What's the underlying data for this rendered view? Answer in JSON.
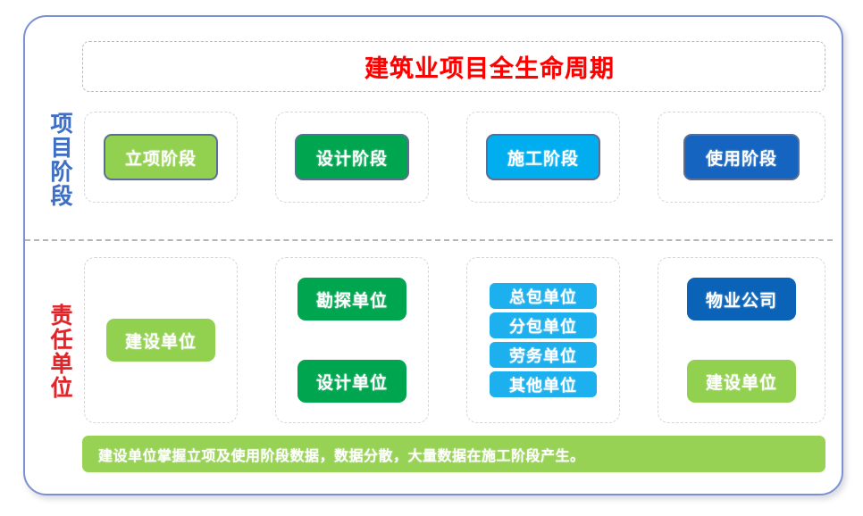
{
  "card": {
    "border_color": "#7b91d1",
    "background": "#ffffff"
  },
  "title": {
    "text": "建筑业项目全生命周期",
    "color": "#ff0000"
  },
  "sections": {
    "stage": {
      "label_chars": [
        "项",
        "目",
        "阶",
        "段"
      ],
      "label_color": "#3f6fc4"
    },
    "unit": {
      "label_chars": [
        "责",
        "任",
        "单",
        "位"
      ],
      "label_color": "#e0252a"
    }
  },
  "stages": [
    {
      "label": "立项阶段",
      "color": "#92d14f",
      "border": "#5c6e93"
    },
    {
      "label": "设计阶段",
      "color": "#00a550",
      "border": "#5c6e93"
    },
    {
      "label": "施工阶段",
      "color": "#00aeef",
      "border": "#5c6e93"
    },
    {
      "label": "使用阶段",
      "color": "#1565c0",
      "border": "#5c6e93"
    }
  ],
  "units": [
    {
      "column": 1,
      "items": [
        {
          "label": "建设单位",
          "color": "#92d14f",
          "size": "large"
        }
      ]
    },
    {
      "column": 2,
      "items": [
        {
          "label": "勘探单位",
          "color": "#00a550",
          "size": "large"
        },
        {
          "label": "设计单位",
          "color": "#00a550",
          "size": "large"
        }
      ]
    },
    {
      "column": 3,
      "items": [
        {
          "label": "总包单位",
          "color": "#1cb0ee",
          "size": "compact"
        },
        {
          "label": "分包单位",
          "color": "#1cb0ee",
          "size": "compact"
        },
        {
          "label": "劳务单位",
          "color": "#1cb0ee",
          "size": "compact"
        },
        {
          "label": "其他单位",
          "color": "#1cb0ee",
          "size": "compact"
        }
      ]
    },
    {
      "column": 4,
      "items": [
        {
          "label": "物业公司",
          "color": "#0b63b8",
          "size": "large"
        },
        {
          "label": "建设单位",
          "color": "#92d14f",
          "size": "large"
        }
      ]
    }
  ],
  "banner": {
    "text": "建设单位掌握立项及使用阶段数据，数据分散，大量数据在施工阶段产生。",
    "color": "#97d254",
    "text_color": "#ffffff"
  }
}
